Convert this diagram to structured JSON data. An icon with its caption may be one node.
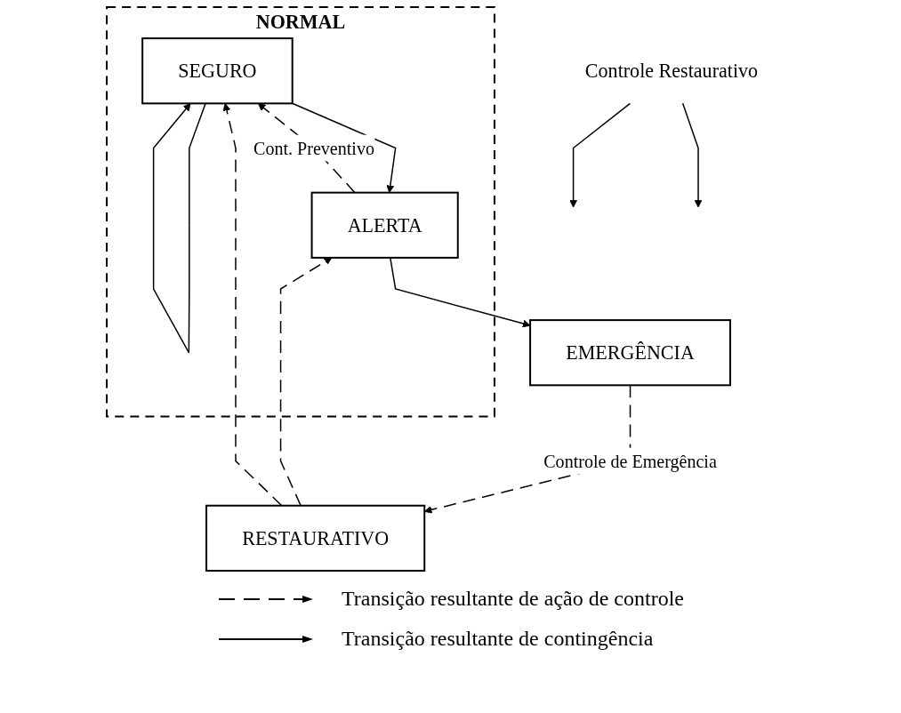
{
  "diagram": {
    "nodes": [
      {
        "text": [
          "NORMAL"
        ]
      },
      {
        "text": [
          "SEGURO"
        ],
        "in": 0
      },
      {
        "text": [
          "ALERTA"
        ],
        "in": 0
      },
      {
        "text": [
          "EMERGÊNCIA"
        ]
      },
      {
        "text": [
          "RESTAURATIVO"
        ]
      },
      {
        "text": [
          "Controle Restaurativo"
        ]
      }
    ],
    "edges": [
      {
        "from": 1,
        "to": 1,
        "arrow": "to"
      },
      {
        "from": 1,
        "to": 2,
        "arrow": "to"
      },
      {
        "from": 2,
        "to": 1,
        "arrow": "to",
        "style": "dashed",
        "label": "Cont. Preventivo"
      },
      {
        "from": 2,
        "to": 3,
        "arrow": "to"
      },
      {
        "from": 3,
        "to": 4,
        "arrow": "to",
        "style": "dashed",
        "label": "Controle de Emergência"
      },
      {
        "from": 4,
        "to": 2,
        "arrow": "to",
        "style": "dashed"
      },
      {
        "from": 4,
        "to": 1,
        "arrow": "to",
        "style": "dashed"
      },
      {
        "from": 5,
        "to": null,
        "arrow": "to"
      },
      {
        "from": 5,
        "to": null,
        "arrow": "to"
      }
    ],
    "legend": [
      {
        "text": "Transição resultante de ação de controle"
      },
      {
        "text": "Transição resultante de contingência"
      }
    ]
  }
}
